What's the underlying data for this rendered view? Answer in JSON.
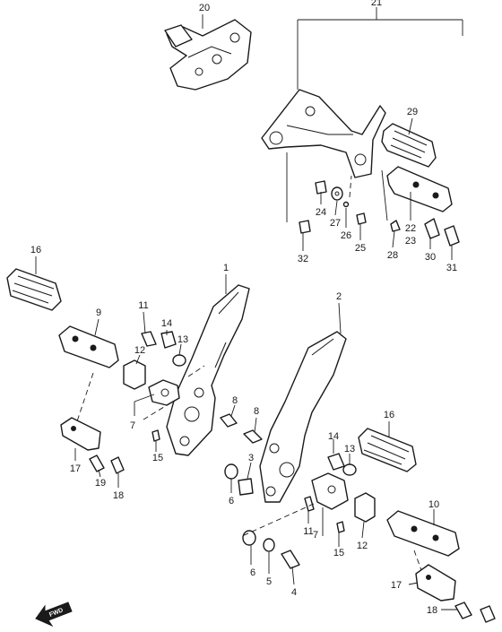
{
  "labels": {
    "p1": "1",
    "p2": "2",
    "p3": "3",
    "p4": "4",
    "p5": "5",
    "p6a": "6",
    "p6b": "6",
    "p7a": "7",
    "p7b": "7",
    "p8a": "8",
    "p8b": "8",
    "p9": "9",
    "p10": "10",
    "p11a": "11",
    "p11b": "11",
    "p12a": "12",
    "p12b": "12",
    "p13a": "13",
    "p13b": "13",
    "p14a": "14",
    "p14b": "14",
    "p15a": "15",
    "p15b": "15",
    "p16a": "16",
    "p16b": "16",
    "p17a": "17",
    "p17b": "17",
    "p18a": "18",
    "p18b": "18",
    "p19": "19",
    "p20": "20",
    "p21": "21",
    "p22": "22",
    "p23": "23",
    "p24": "24",
    "p25": "25",
    "p26": "26",
    "p27": "27",
    "p28": "28",
    "p29": "29",
    "p30": "30",
    "p31": "31",
    "p32": "32"
  },
  "direction_badge": "FWD"
}
